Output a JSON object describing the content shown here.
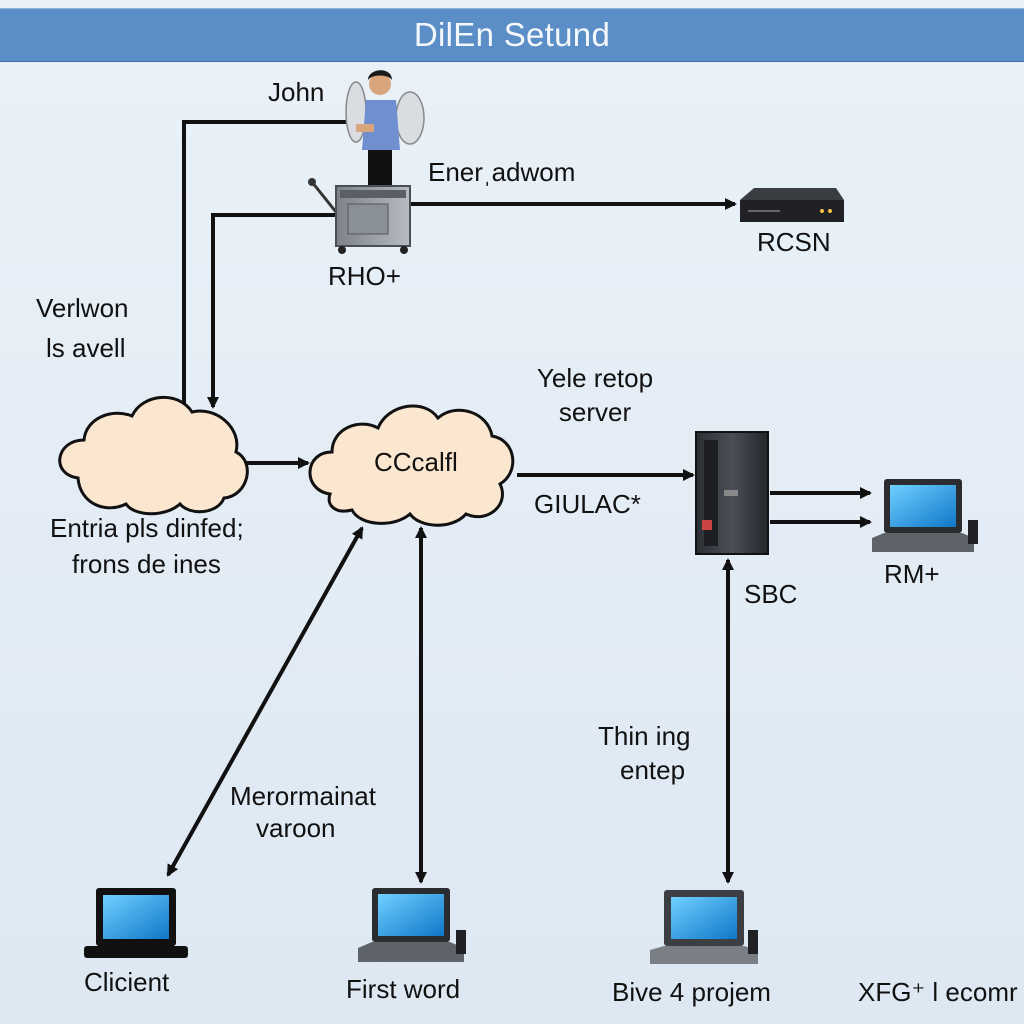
{
  "title": "DilEn Setund",
  "labels": {
    "john": "John",
    "energy": "Enerˌadwom",
    "rcsn": "RCSN",
    "rho": "RHO+",
    "verlwon_1": "Verlwon",
    "verlwon_2": "ls avell",
    "yele_1": "Yele retop",
    "yele_2": "server",
    "cloud_center": "CCcalfl",
    "giulac": "GIULAC*",
    "entria_1": "Entria pls dinfed;",
    "entria_2": "frons de ines",
    "sbc": "SBC",
    "rm": "RM+",
    "thin_1": "Thin ing",
    "thin_2": "entep",
    "mero_1": "Merormainat",
    "mero_2": "varoon",
    "client": "Clicient",
    "first_word": "First word",
    "bive": "Bive 4 projem",
    "xfg": "XFG⁺ l ecomr"
  },
  "colors": {
    "title_bar": "#5b8ec7",
    "cloud_fill": "#fbe6cf",
    "arrow": "#111111",
    "screen": "#1d8fe0"
  },
  "icons": [
    "person-icon",
    "printer-machine-icon",
    "router-icon",
    "cloud-icon",
    "server-tower-icon",
    "laptop-icon"
  ]
}
